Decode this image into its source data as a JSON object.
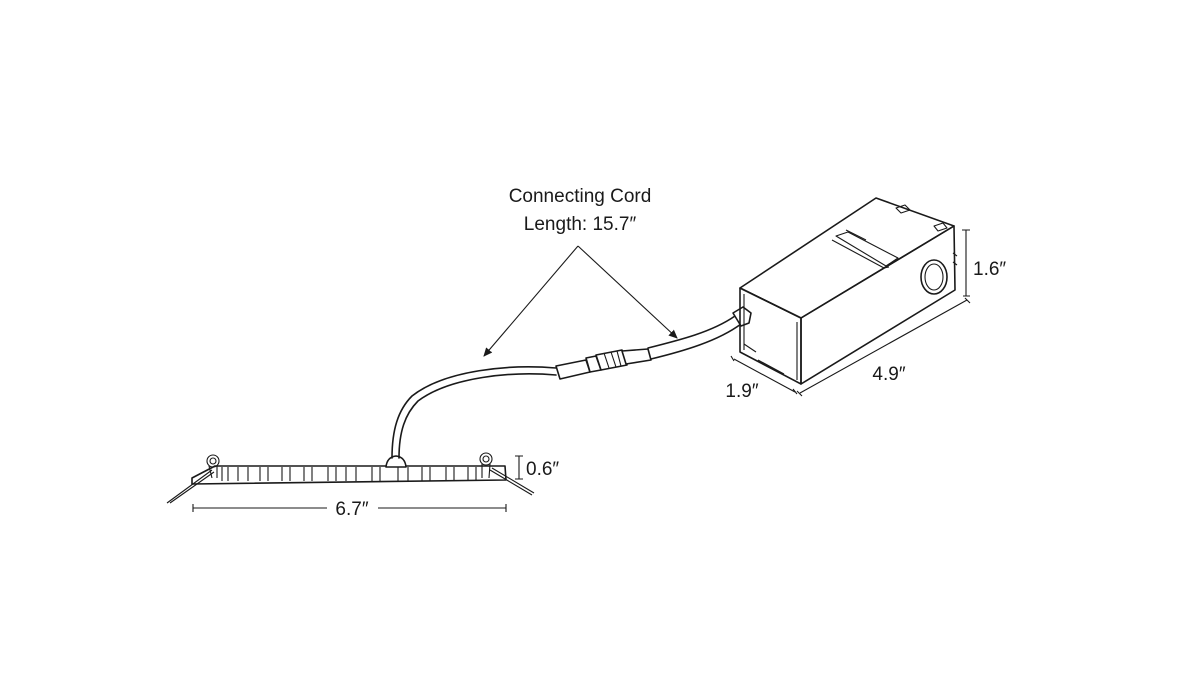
{
  "diagram": {
    "cord_label_line1": "Connecting Cord",
    "cord_label_line2": "Length: 15.7″",
    "panel_height": "0.6″",
    "panel_width": "6.7″",
    "box_height": "1.6″",
    "box_depth": "1.9″",
    "box_length": "4.9″"
  }
}
